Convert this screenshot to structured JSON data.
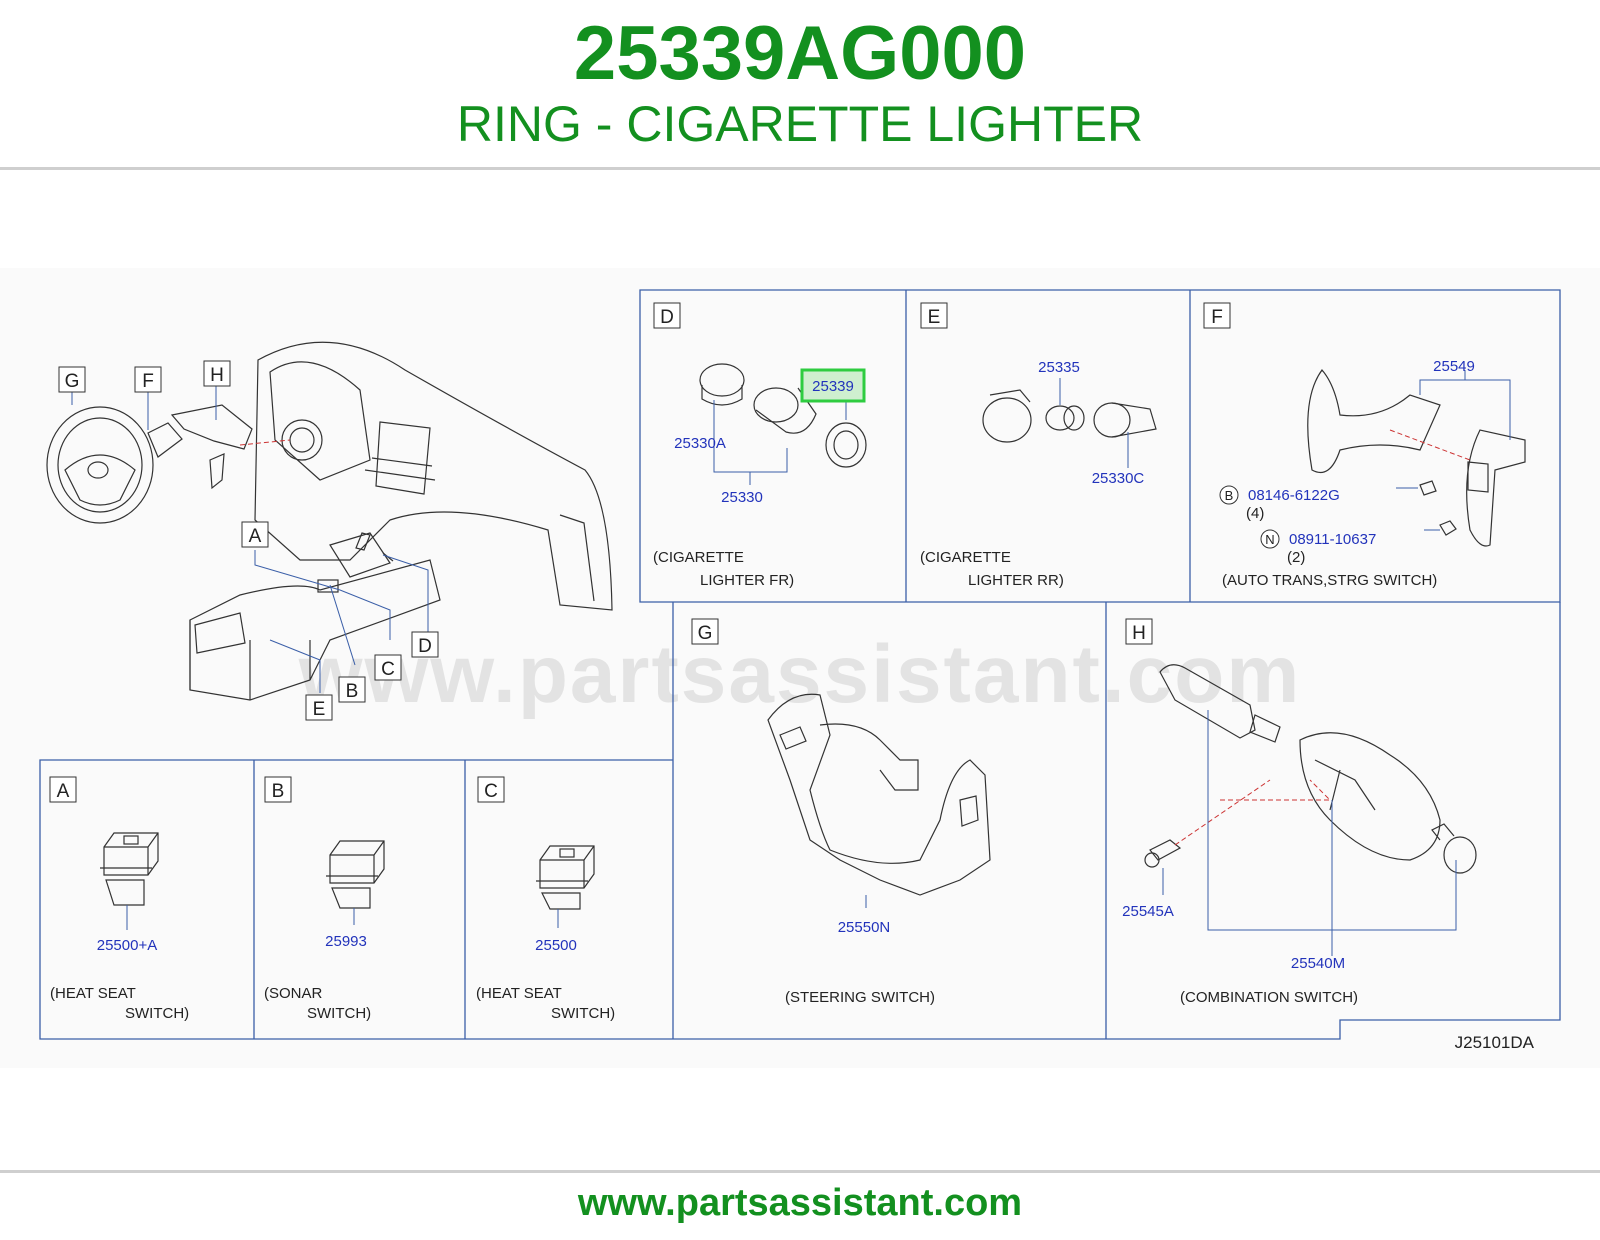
{
  "header": {
    "part_number": "25339AG000",
    "part_name": "RING - CIGARETTE LIGHTER"
  },
  "watermark": "www.partsassistant.com",
  "footer": {
    "site": "www.partsassistant.com"
  },
  "diagram": {
    "code": "J25101DA",
    "overview_letters": {
      "g": "G",
      "f": "F",
      "h": "H",
      "a": "A",
      "d": "D",
      "c": "C",
      "b": "B",
      "e": "E"
    },
    "sections": {
      "d": {
        "letter": "D",
        "caption_1": "(CIGARETTE",
        "caption_2": "LIGHTER   FR)",
        "parts": {
          "p25339": "25339",
          "p25330a": "25330A",
          "p25330": "25330"
        }
      },
      "e": {
        "letter": "E",
        "caption_1": "(CIGARETTE",
        "caption_2": "LIGHTER   RR)",
        "parts": {
          "p25335": "25335",
          "p25330c": "25330C"
        }
      },
      "f": {
        "letter": "F",
        "caption": "(AUTO   TRANS,STRG   SWITCH)",
        "parts": {
          "p25549": "25549",
          "b_badge": "B",
          "b_part": "08146-6122G",
          "b_qty": "(4)",
          "n_badge": "N",
          "n_part": "08911-10637",
          "n_qty": "(2)"
        }
      },
      "g": {
        "letter": "G",
        "caption": "(STEERING   SWITCH)",
        "parts": {
          "p25550n": "25550N"
        }
      },
      "h": {
        "letter": "H",
        "caption": "(COMBINATION   SWITCH)",
        "parts": {
          "p25545a": "25545A",
          "p25540m": "25540M"
        }
      },
      "a": {
        "letter": "A",
        "caption_1": "(HEAT   SEAT",
        "caption_2": "SWITCH)",
        "parts": {
          "p": "25500+A"
        }
      },
      "b": {
        "letter": "B",
        "caption_1": "(SONAR",
        "caption_2": "SWITCH)",
        "parts": {
          "p": "25993"
        }
      },
      "c": {
        "letter": "C",
        "caption_1": "(HEAT   SEAT",
        "caption_2": "SWITCH)",
        "parts": {
          "p": "25500"
        }
      }
    }
  },
  "colors": {
    "brand_green": "#13901f",
    "part_blue": "#2233bb",
    "frame_blue": "#3b5fa8",
    "highlight": "#2ecc40"
  }
}
